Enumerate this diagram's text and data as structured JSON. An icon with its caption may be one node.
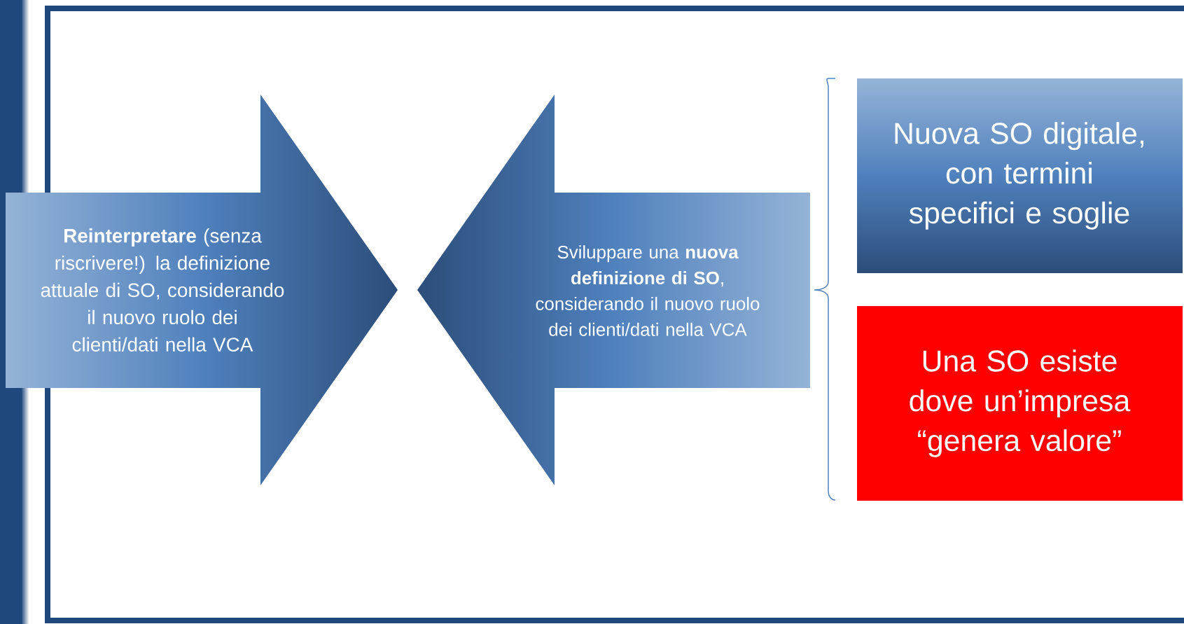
{
  "diagram": {
    "nodes": [
      {
        "text": [
          "**Reinterpretare** (senza riscrivere!) la definizione attuale di SO, considerando il nuovo ruolo dei clienti/dati nella VCA"
        ]
      },
      {
        "text": [
          "Sviluppare una **nuova definizione di SO**, considerando il nuovo ruolo dei clienti/dati nella VCA"
        ]
      },
      {
        "text": [
          "Nuova SO digitale, con termini specifici e soglie"
        ]
      },
      {
        "text": [
          "Una SO esiste dove un’impresa “genera valore”"
        ]
      }
    ]
  }
}
